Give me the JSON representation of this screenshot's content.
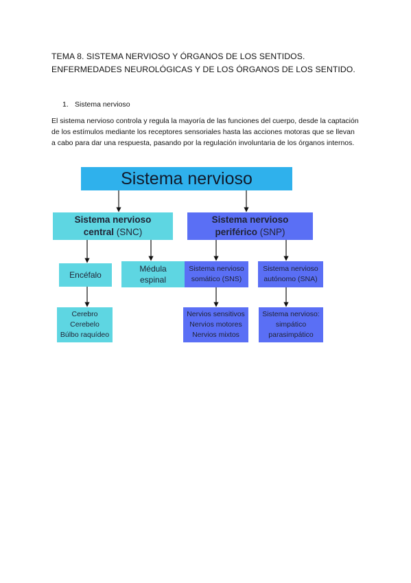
{
  "title": "TEMA 8. SISTEMA NERVIOSO Y ÓRGANOS DE LOS SENTIDOS. ENFERMEDADES NEUROLÓGICAS Y DE LOS ÓRGANOS DE LOS SENTIDO.",
  "section": {
    "number": "1.",
    "heading": "Sistema nervioso"
  },
  "paragraph": "El sistema nervioso controla y regula la mayoría de las funciones del cuerpo, desde la captación de los estímulos mediante los receptores sensoriales hasta las acciones motoras que se llevan a cabo para dar una respuesta, pasando por la regulación involuntaria de los órganos internos.",
  "diagram": {
    "root": "Sistema nervioso",
    "snc": {
      "bold": "Sistema nervioso\ncentral",
      "suffix": " (SNC)"
    },
    "snp": {
      "bold": "Sistema nervioso\nperiférico",
      "suffix": " (SNP)"
    },
    "encefalo": "Encéfalo",
    "medula": "Médula\nespinal",
    "sns": "Sistema nervioso\nsomático (SNS)",
    "sna": "Sistema nervioso\nautónomo (SNA)",
    "cerebro": "Cerebro\nCerebelo\nBúlbo raquídeo",
    "nervios": "Nervios sensitivos\nNervios motores\nNervios mixtos",
    "simpatico": "Sistema nervioso:\nsimpático\nparasimpático",
    "colors": {
      "cyan": "#5ed6e2",
      "blue_root": "#2fb1ec",
      "indigo": "#5a6ff5"
    }
  }
}
